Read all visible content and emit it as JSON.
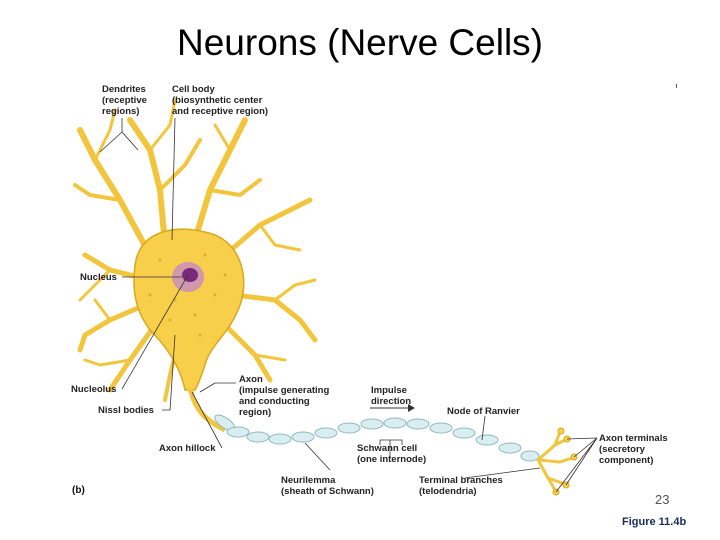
{
  "title": "Neurons (Nerve Cells)",
  "labels": {
    "dendrites": [
      "Dendrites",
      "(receptive",
      "regions)"
    ],
    "cell_body": [
      "Cell body",
      "(biosynthetic center",
      "and receptive region)"
    ],
    "nucleus": "Nucleus",
    "nucleolus": "Nucleolus",
    "nissl": "Nissl bodies",
    "axon": [
      "Axon",
      "(impulse generating",
      "and conducting",
      "region)"
    ],
    "impulse": [
      "Impulse",
      "direction"
    ],
    "node": "Node of Ranvier",
    "hillock": "Axon hillock",
    "schwann": [
      "Schwann cell",
      "(one internode)"
    ],
    "axon_terminals": [
      "Axon terminals",
      "(secretory",
      "component)"
    ],
    "neurilemma": [
      "Neurilemma",
      "(sheath of Schwann)"
    ],
    "terminal_branches": [
      "Terminal branches",
      "(telodendria)"
    ],
    "part": "(b)"
  },
  "page_number": "23",
  "figure": "Figure 11.4b",
  "colors": {
    "cell": "#f7cf4a",
    "cell_edge": "#d8a81e",
    "nucleus": "#9b3f9a",
    "myelin": "#d9eef0",
    "myelin_edge": "#8fb8bf"
  }
}
